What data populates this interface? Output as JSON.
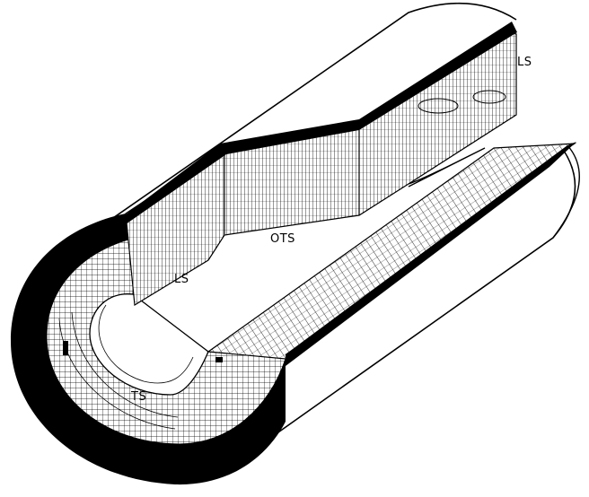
{
  "diagram": {
    "labels": {
      "ls_top": "LS",
      "ots": "OTS",
      "ls_mid": "LS",
      "ts": "TS"
    },
    "colors": {
      "ink": "#000000",
      "paper": "#ffffff"
    }
  }
}
